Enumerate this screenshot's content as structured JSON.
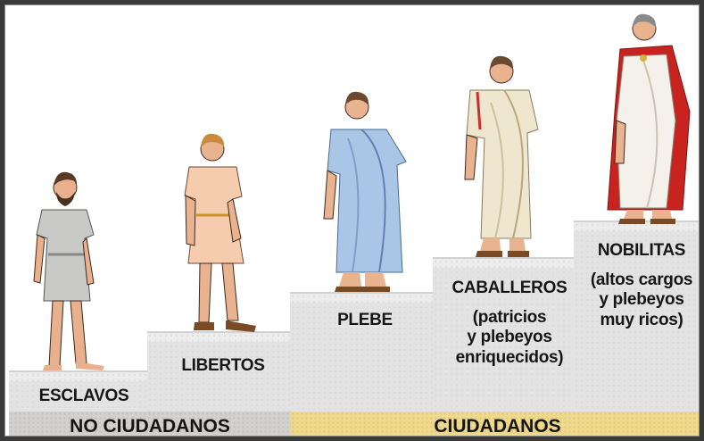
{
  "levels": [
    {
      "key": "esclavos",
      "name": "ESCLAVOS",
      "detail": ""
    },
    {
      "key": "libertos",
      "name": "LIBERTOS",
      "detail": ""
    },
    {
      "key": "plebe",
      "name": "PLEBE",
      "detail": ""
    },
    {
      "key": "caballeros",
      "name": "CABALLEROS",
      "detail": "(patricios\ny plebeyos\nenriquecidos)"
    },
    {
      "key": "nobilitas",
      "name": "NOBILITAS",
      "detail": "(altos cargos\ny plebeyos\nmuy ricos)"
    }
  ],
  "groups": {
    "non_citizens": "NO CIUDADANOS",
    "citizens": "CIUDADANOS"
  },
  "colors": {
    "non_citizens_band": "#d3d1cf",
    "citizens_band": "#efd98b",
    "step": "#e6e6e6",
    "toga_plebe": "#a9c6e6",
    "toga_caballeros": "#efe6cf",
    "cloak_nobilitas": "#c8231f"
  }
}
